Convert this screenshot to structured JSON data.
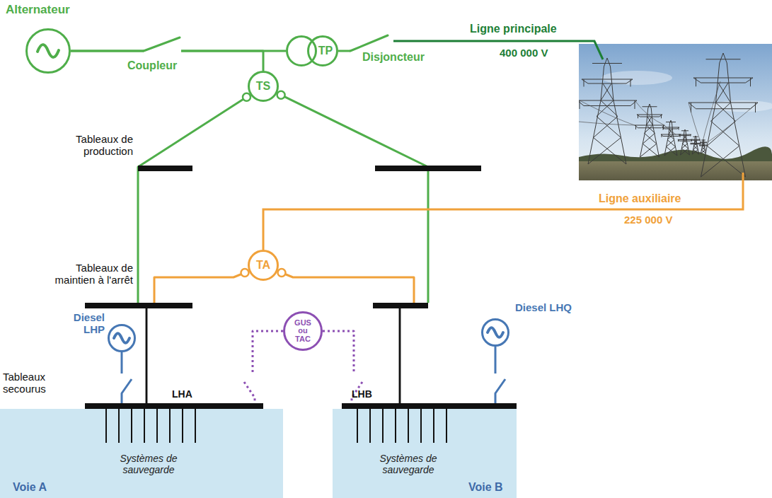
{
  "diagram": {
    "nodes": [
      {
        "text": [
          "Alternateur"
        ]
      },
      {
        "text": [
          "TP"
        ]
      },
      {
        "text": [
          "TS"
        ]
      },
      {
        "text": [
          "TA"
        ]
      },
      {
        "text": [
          "Diesel LHP"
        ]
      },
      {
        "text": [
          "GUS ou TAC"
        ]
      },
      {
        "text": [
          "Diesel LHQ"
        ]
      },
      {
        "text": [
          "LHA"
        ]
      },
      {
        "text": [
          "LHB"
        ]
      },
      {
        "text": [
          "Systèmes de sauvegarde",
          "Voie A"
        ]
      },
      {
        "text": [
          "Systèmes de sauvegarde",
          "Voie B"
        ]
      }
    ],
    "edges": [
      {
        "from": 0,
        "to": 1,
        "arrow": "none"
      },
      {
        "from": 0,
        "to": 2,
        "arrow": "none"
      },
      {
        "from": 2,
        "to": 7,
        "arrow": "none"
      },
      {
        "from": 2,
        "to": 8,
        "arrow": "none"
      },
      {
        "from": 3,
        "to": 7,
        "arrow": "none"
      },
      {
        "from": 3,
        "to": 8,
        "arrow": "none"
      },
      {
        "from": 4,
        "to": 7,
        "arrow": "none"
      },
      {
        "from": 6,
        "to": 8,
        "arrow": "none"
      },
      {
        "from": 5,
        "to": 7,
        "arrow": "none"
      },
      {
        "from": 5,
        "to": 8,
        "arrow": "none"
      }
    ],
    "labels": [
      "Coupleur",
      "Disjoncteur",
      "Ligne principale",
      "400 000 V",
      "Tableaux de production",
      "Ligne auxiliaire",
      "225 000 V",
      "Tableaux de maintien à l'arrêt",
      "Tableaux secourus"
    ]
  }
}
